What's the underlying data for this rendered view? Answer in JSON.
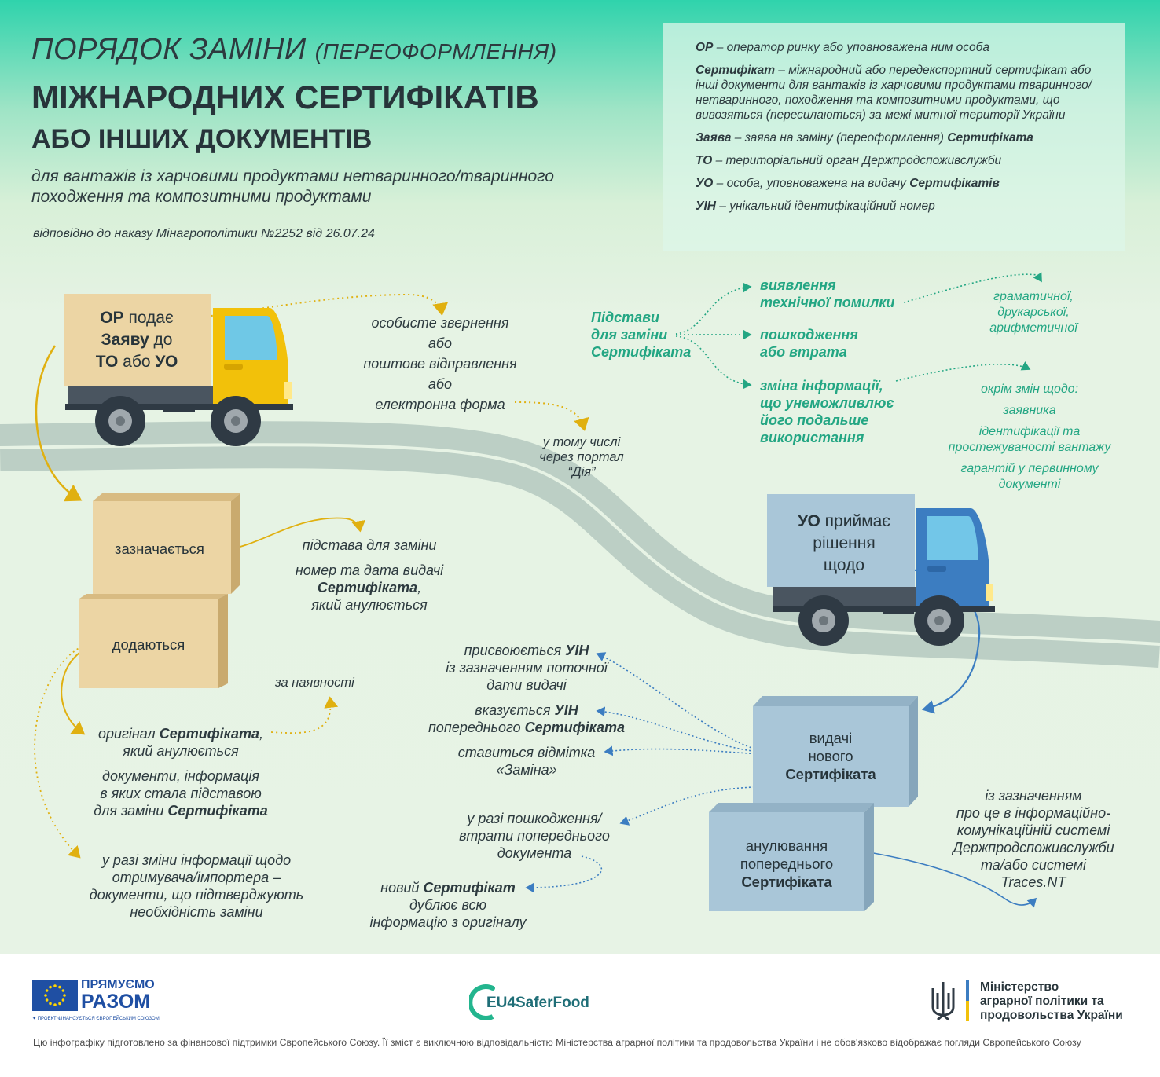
{
  "header": {
    "title_line1_main": "ПОРЯДОК ЗАМІНИ",
    "title_line1_paren": "(ПЕРЕОФОРМЛЕННЯ)",
    "title_line2": "МІЖНАРОДНИХ СЕРТИФІКАТІВ",
    "title_line3": "АБО ІНШИХ ДОКУМЕНТІВ",
    "subtitle": "для вантажів із харчовими продуктами нетваринного/тваринного походження та композитними продуктами",
    "order": "відповідно до наказу Мінагрополітики №2252 від 26.07.24"
  },
  "glossary": [
    {
      "term": "ОР",
      "def": " – оператор ринку або уповноважена ним особа"
    },
    {
      "term": "Сертифікат",
      "def": " – міжнародний або передекспортний сертифікат або інші документи для вантажів із харчовими продуктами тваринного/нетваринного, походження та композитними продуктами, що вивозяться (пересилаються) за межі митної території України"
    },
    {
      "term": "Заява",
      "def": " – заява на заміну (переоформлення) ",
      "term2": "Сертифіката"
    },
    {
      "term": "ТО",
      "def": " – територіальний орган Держпродспоживслужби"
    },
    {
      "term": "УО",
      "def": " – особа, уповноважена на видачу ",
      "term2": "Сертифікатів"
    },
    {
      "term": "УІН",
      "def": " – унікальний ідентифікаційний номер"
    }
  ],
  "truck1": {
    "l1b": "ОР",
    "l1": " подає",
    "l2b": "Заяву",
    "l2": " до",
    "l3b": "ТО",
    "l3": " або ",
    "l3b2": "УО"
  },
  "submission": {
    "line1": "особисте звернення",
    "line2": "або",
    "line3": "поштове відправлення",
    "line4": "або",
    "line5": "електронна форма",
    "portal1": "у тому числі",
    "portal2": "через портал",
    "portal3": "“Дія”"
  },
  "grounds": {
    "label1": "Підстави",
    "label2": "для заміни",
    "label3": "Сертифіката",
    "g1a": "виявлення",
    "g1b": "технічної помилки",
    "g2a": "пошкодження",
    "g2b": "або втрата",
    "g3a": "зміна інформації,",
    "g3b": "що унеможливлює",
    "g3c": "його подальше",
    "g3d": "використання",
    "err1": "граматичної,",
    "err2": "друкарської,",
    "err3": "арифметичної",
    "exc0": "окрім змін щодо:",
    "exc1": "заявника",
    "exc2a": "ідентифікації  та",
    "exc2b": "простежуваності вантажу",
    "exc3a": "гарантій у первинному",
    "exc3b": "документі"
  },
  "crates_left": {
    "top": "зазначається",
    "bottom": "додаються"
  },
  "indicated": {
    "l1": "підстава для заміни",
    "l2": "номер та дата видачі",
    "l3": "Сертифіката",
    "l3s": ",",
    "l4": "який анулюється",
    "if_any": "за наявності"
  },
  "attached": {
    "a1": "оригінал ",
    "a1b": "Сертифіката",
    "a1s": ",",
    "a2": "який анулюється",
    "b1": "документи, інформація",
    "b2": "в яких стала підставою",
    "b3": "для заміни ",
    "b3b": "Сертифіката",
    "c1": "у разі зміни інформації щодо",
    "c2": "отримувача/імпортера –",
    "c3": "документи, що підтверджують",
    "c4": "необхідність заміни"
  },
  "truck2": {
    "l1b": "УО",
    "l1": " приймає",
    "l2": "рішення",
    "l3": "щодо"
  },
  "crates_right": {
    "top1": "видачі",
    "top2": "нового",
    "top3": "Сертифіката",
    "bot1": "анулювання",
    "bot2": "попереднього",
    "bot3": "Сертифіката"
  },
  "new_cert": {
    "n1": "присвоюється ",
    "n1b": "УІН",
    "n2": "із зазначенням поточної",
    "n3": "дати видачі",
    "m1": "вказується ",
    "m1b": "УІН",
    "m2": "попереднього ",
    "m2b": "Сертифіката",
    "k1": "ставиться відмітка",
    "k2": "«Заміна»",
    "d1": "у разі пошкодження/",
    "d2": "втрати попереднього",
    "d3": "документа",
    "e1": "новий ",
    "e1b": "Сертифікат",
    "e2": "дублює всю",
    "e3": "інформацію з оригіналу"
  },
  "annul": {
    "l1": "із зазначенням",
    "l2": "про це в інформаційно-",
    "l3": "комунікаційній системі",
    "l4": "Держпродспоживслужби",
    "l5": "та/або системі",
    "l6": "Traces.NT"
  },
  "footer": {
    "eu1": "ПРЯМУЄМО",
    "eu2": "РАЗОМ",
    "eu3": "✦ ПРОЕКТ ФІНАНСУЄТЬСЯ ЄВРОПЕЙСЬКИМ СОЮЗОМ",
    "eu4safe": "EU4SaferFood",
    "min1": "Міністерство",
    "min2": "аграрної політики та",
    "min3": "продовольства України",
    "note": "Цю інфографіку підготовлено за фінансової підтримки Європейського Союзу. Її зміст є виключною відповідальністю Міністерства аграрної політики та продовольства України і не обов'язково відображає погляди Європейського Союзу"
  },
  "colors": {
    "green_accent": "#23a683",
    "yellow_truck": "#f2c10a",
    "blue_truck": "#3c7dc1",
    "crate_tan": "#ecd5a4",
    "crate_blue": "#a9c6d8",
    "road": "#bccfc5"
  }
}
